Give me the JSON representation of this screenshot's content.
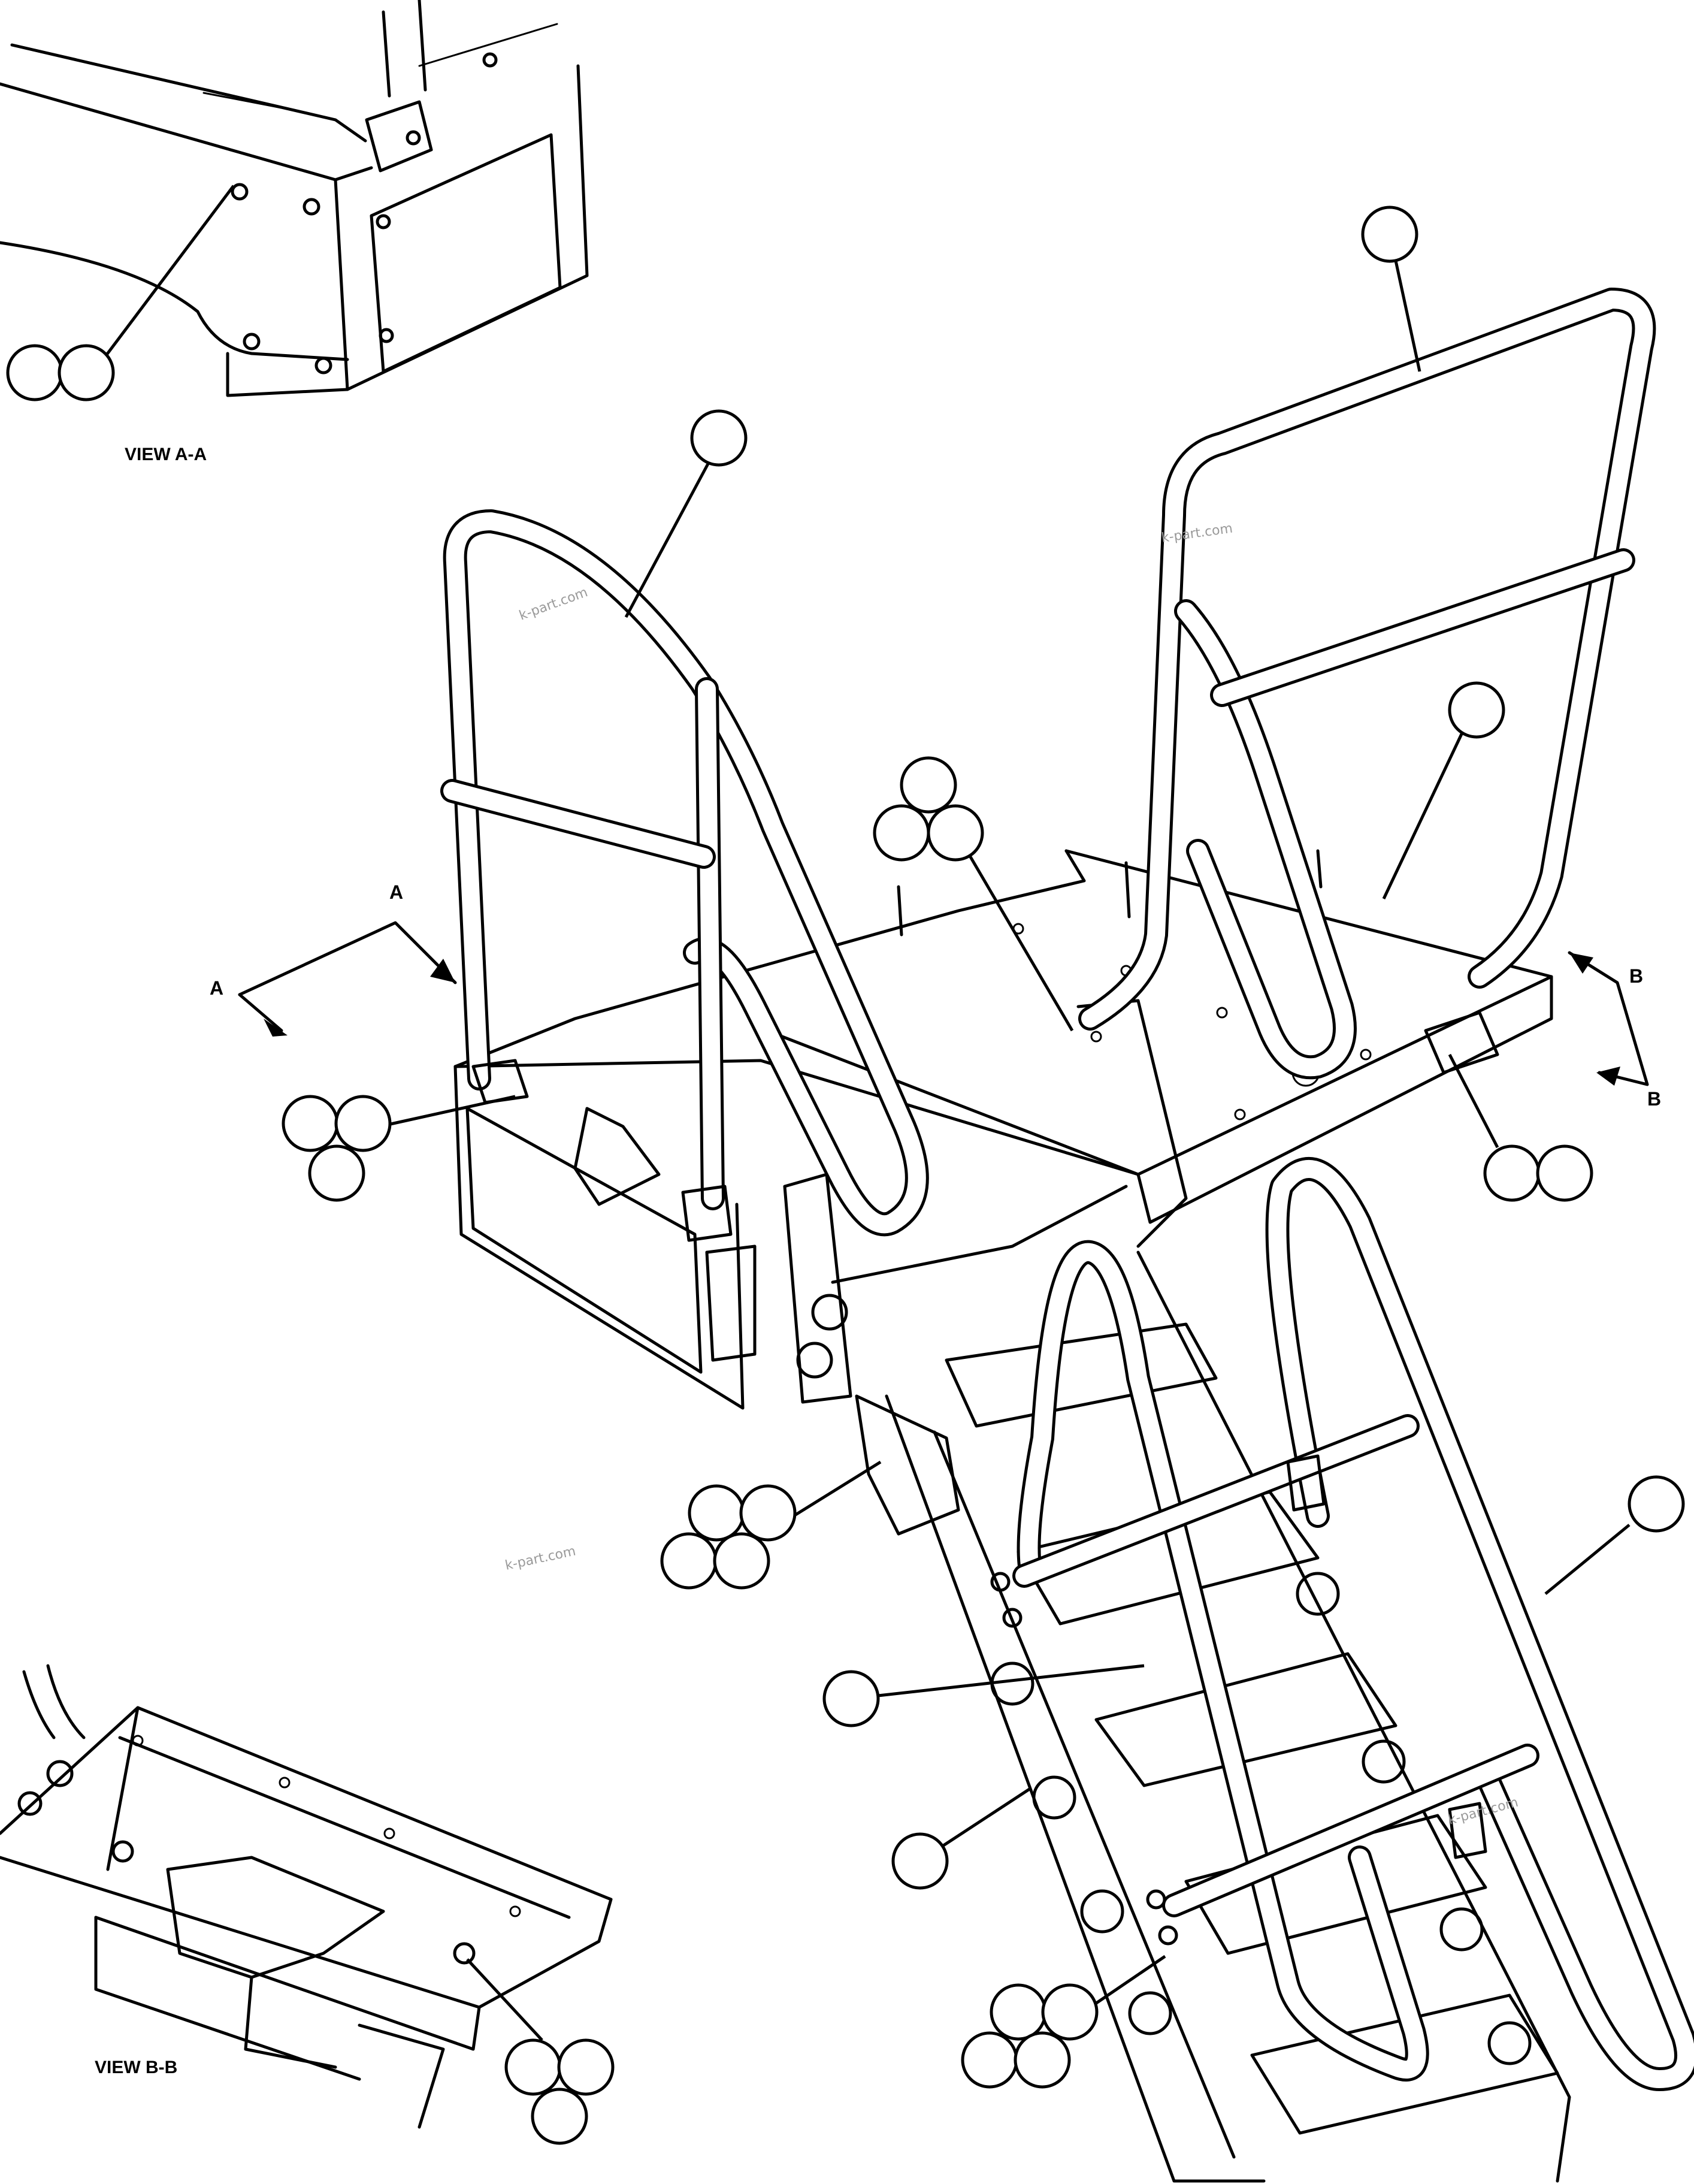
{
  "views": {
    "view_a": "VIEW A-A",
    "view_b": "VIEW B-B"
  },
  "section_letters": {
    "a_top": "A",
    "a_left": "A",
    "b_top": "B",
    "b_bottom": "B"
  },
  "watermarks": [
    "k-part.com",
    "k-part.com",
    "k-part.com",
    "k-part.com"
  ],
  "callout_groups": [
    {
      "id": "view-a-fasteners",
      "balloons": 2
    },
    {
      "id": "right-handrail",
      "balloons": 1
    },
    {
      "id": "left-handrail",
      "balloons": 1
    },
    {
      "id": "platform",
      "balloons": 1
    },
    {
      "id": "center-bracket-hardware",
      "balloons": 3
    },
    {
      "id": "left-rail-mount-hardware",
      "balloons": 3
    },
    {
      "id": "right-rail-mount-hardware",
      "balloons": 2
    },
    {
      "id": "hinge-plate-hardware",
      "balloons": 4
    },
    {
      "id": "ladder-handrail",
      "balloons": 1
    },
    {
      "id": "ladder-steps",
      "balloons": 1
    },
    {
      "id": "ladder-stringer",
      "balloons": 1
    },
    {
      "id": "ladder-bottom-hardware",
      "balloons": 4
    },
    {
      "id": "view-b-hardware",
      "balloons": 3
    }
  ]
}
